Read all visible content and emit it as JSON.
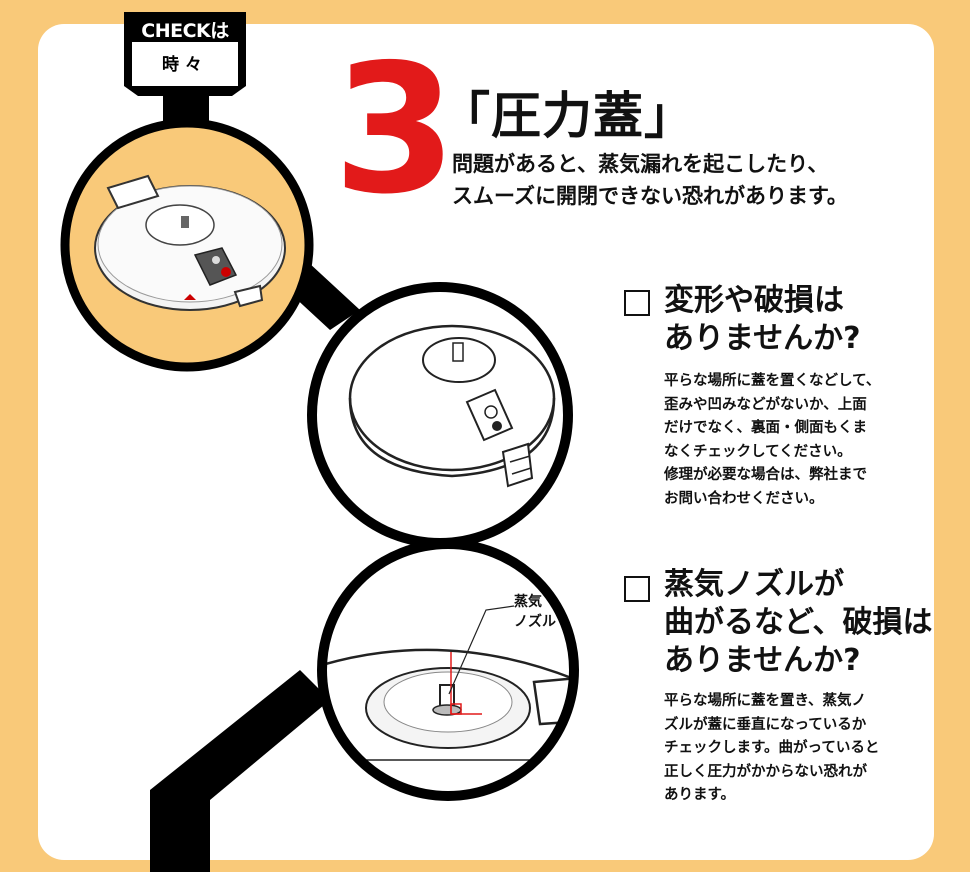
{
  "colors": {
    "page_background": "#f9c979",
    "card_background": "#ffffff",
    "accent_red": "#e21a1a",
    "outline": "#111111"
  },
  "badge": {
    "line1": "CHECKは",
    "line2": "時々"
  },
  "step": {
    "number": "3",
    "title": "「圧力蓋」",
    "intro": "問題があると、蒸気漏れを起こしたり、\nスムーズに開閉できない恐れがあります。"
  },
  "checks": [
    {
      "heading": "変形や破損は\nありませんか?",
      "body": "平らな場所に蓋を置くなどして、\n歪みや凹みなどがないか、上面\nだけでなく、裏面・側面もくま\nなくチェックしてください。\n修理が必要な場合は、弊社まで\nお問い合わせください。"
    },
    {
      "heading": "蒸気ノズルが\n曲がるなど、破損は\nありませんか?",
      "body": "平らな場所に蓋を置き、蒸気ノ\nズルが蓋に垂直になっているか\nチェックします。曲がっていると\n正しく圧力がかからない恐れが\nあります。"
    }
  ],
  "illustration": {
    "nozzle_callout": "蒸気\nノズル"
  }
}
